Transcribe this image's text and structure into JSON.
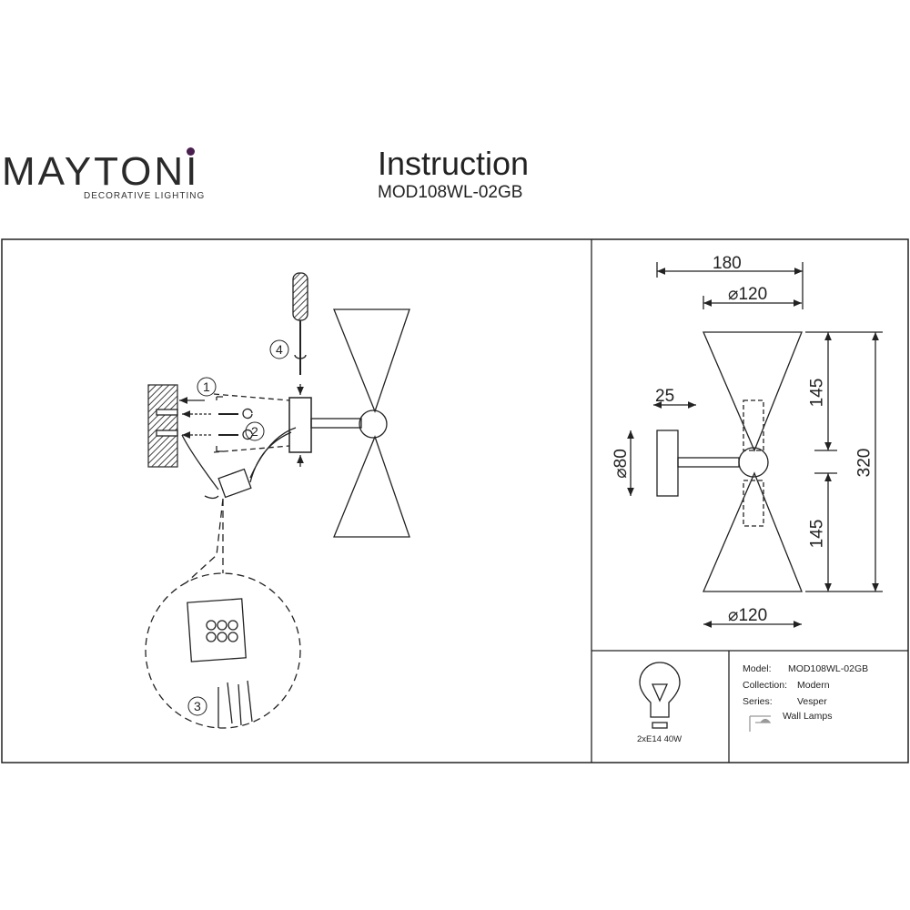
{
  "header": {
    "brand": "MAYTONI",
    "brand_tagline": "DECORATIVE LIGHTING",
    "title": "Instruction",
    "model": "MOD108WL-02GB"
  },
  "steps": [
    "1",
    "2",
    "3",
    "4"
  ],
  "dimensions": {
    "width": "180",
    "shade_diameter_top": "⌀120",
    "shade_diameter_bottom": "⌀120",
    "arm_length": "25",
    "plate_diameter": "⌀80",
    "upper_height": "145",
    "lower_height": "145",
    "total_height": "320"
  },
  "specs": {
    "bulb": "2xE14 40W",
    "model_label": "Model:",
    "model_value": "MOD108WL-02GB",
    "collection_label": "Collection:",
    "collection_value": "Modern",
    "series_label": "Series:",
    "series_value": "Vesper",
    "category": "Wall Lamps"
  },
  "colors": {
    "brand_accent": "#4a1f4f",
    "line": "#222222"
  }
}
